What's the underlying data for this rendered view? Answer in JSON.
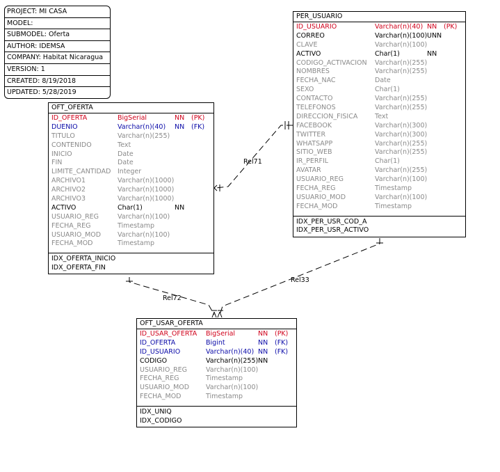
{
  "project_info": [
    "PROJECT: MI CASA",
    "MODEL:",
    "SUBMODEL: Oferta",
    "AUTHOR: IDEMSA",
    "COMPANY: Habitat Nicaragua",
    "VERSION: 1",
    "CREATED: 8/19/2018",
    "UPDATED: 5/28/2019"
  ],
  "colors": {
    "pk": "#d0021b",
    "fk": "#0a0aa8",
    "required": "#000000",
    "optional": "#8a8a8a"
  },
  "entities": {
    "per_usuario": {
      "name": "PER_USUARIO",
      "columns": [
        {
          "name": "ID_USUARIO",
          "type": "Varchar(n)(40)",
          "nn": "NN",
          "key": "(PK)",
          "kind": "pk"
        },
        {
          "name": "CORREO",
          "type": "Varchar(n)(100)",
          "nn": "UNN",
          "key": "",
          "kind": "req"
        },
        {
          "name": "CLAVE",
          "type": "Varchar(n)(100)",
          "nn": "",
          "key": "",
          "kind": "opt"
        },
        {
          "name": "ACTIVO",
          "type": "Char(1)",
          "nn": "NN",
          "key": "",
          "kind": "req"
        },
        {
          "name": "CODIGO_ACTIVACION",
          "type": "Varchar(n)(255)",
          "nn": "",
          "key": "",
          "kind": "opt"
        },
        {
          "name": "NOMBRES",
          "type": "Varchar(n)(255)",
          "nn": "",
          "key": "",
          "kind": "opt"
        },
        {
          "name": "FECHA_NAC",
          "type": "Date",
          "nn": "",
          "key": "",
          "kind": "opt"
        },
        {
          "name": "SEXO",
          "type": "Char(1)",
          "nn": "",
          "key": "",
          "kind": "opt"
        },
        {
          "name": "CONTACTO",
          "type": "Varchar(n)(255)",
          "nn": "",
          "key": "",
          "kind": "opt"
        },
        {
          "name": "TELEFONOS",
          "type": "Varchar(n)(255)",
          "nn": "",
          "key": "",
          "kind": "opt"
        },
        {
          "name": "DIRECCION_FISICA",
          "type": "Text",
          "nn": "",
          "key": "",
          "kind": "opt"
        },
        {
          "name": "FACEBOOK",
          "type": "Varchar(n)(300)",
          "nn": "",
          "key": "",
          "kind": "opt"
        },
        {
          "name": "TWITTER",
          "type": "Varchar(n)(300)",
          "nn": "",
          "key": "",
          "kind": "opt"
        },
        {
          "name": "WHATSAPP",
          "type": "Varchar(n)(255)",
          "nn": "",
          "key": "",
          "kind": "opt"
        },
        {
          "name": "SITIO_WEB",
          "type": "Varchar(n)(255)",
          "nn": "",
          "key": "",
          "kind": "opt"
        },
        {
          "name": "IR_PERFIL",
          "type": "Char(1)",
          "nn": "",
          "key": "",
          "kind": "opt"
        },
        {
          "name": "AVATAR",
          "type": "Varchar(n)(255)",
          "nn": "",
          "key": "",
          "kind": "opt"
        },
        {
          "name": "USUARIO_REG",
          "type": "Varchar(n)(100)",
          "nn": "",
          "key": "",
          "kind": "opt"
        },
        {
          "name": "FECHA_REG",
          "type": "Timestamp",
          "nn": "",
          "key": "",
          "kind": "opt"
        },
        {
          "name": "USUARIO_MOD",
          "type": "Varchar(n)(100)",
          "nn": "",
          "key": "",
          "kind": "opt"
        },
        {
          "name": "FECHA_MOD",
          "type": "Timestamp",
          "nn": "",
          "key": "",
          "kind": "opt"
        }
      ],
      "indexes": [
        "IDX_PER_USR_COD_A",
        "IDX_PER_USR_ACTIVO"
      ]
    },
    "oft_oferta": {
      "name": "OFT_OFERTA",
      "columns": [
        {
          "name": "ID_OFERTA",
          "type": "BigSerial",
          "nn": "NN",
          "key": "(PK)",
          "kind": "pk"
        },
        {
          "name": "DUENIO",
          "type": "Varchar(n)(40)",
          "nn": "NN",
          "key": "(FK)",
          "kind": "fk"
        },
        {
          "name": "TITULO",
          "type": "Varchar(n)(255)",
          "nn": "",
          "key": "",
          "kind": "opt"
        },
        {
          "name": "CONTENIDO",
          "type": "Text",
          "nn": "",
          "key": "",
          "kind": "opt"
        },
        {
          "name": "INICIO",
          "type": "Date",
          "nn": "",
          "key": "",
          "kind": "opt"
        },
        {
          "name": "FIN",
          "type": "Date",
          "nn": "",
          "key": "",
          "kind": "opt"
        },
        {
          "name": "LIMITE_CANTIDAD",
          "type": "Integer",
          "nn": "",
          "key": "",
          "kind": "opt"
        },
        {
          "name": "ARCHIVO1",
          "type": "Varchar(n)(1000)",
          "nn": "",
          "key": "",
          "kind": "opt"
        },
        {
          "name": "ARCHIVO2",
          "type": "Varchar(n)(1000)",
          "nn": "",
          "key": "",
          "kind": "opt"
        },
        {
          "name": "ARCHIVO3",
          "type": "Varchar(n)(1000)",
          "nn": "",
          "key": "",
          "kind": "opt"
        },
        {
          "name": "ACTIVO",
          "type": "Char(1)",
          "nn": "NN",
          "key": "",
          "kind": "req"
        },
        {
          "name": "USUARIO_REG",
          "type": "Varchar(n)(100)",
          "nn": "",
          "key": "",
          "kind": "opt"
        },
        {
          "name": "FECHA_REG",
          "type": "Timestamp",
          "nn": "",
          "key": "",
          "kind": "opt"
        },
        {
          "name": "USUARIO_MOD",
          "type": "Varchar(n)(100)",
          "nn": "",
          "key": "",
          "kind": "opt"
        },
        {
          "name": "FECHA_MOD",
          "type": "Timestamp",
          "nn": "",
          "key": "",
          "kind": "opt"
        }
      ],
      "indexes": [
        "IDX_OFERTA_INICIO",
        "IDX_OFERTA_FIN"
      ]
    },
    "oft_usar_oferta": {
      "name": "OFT_USAR_OFERTA",
      "columns": [
        {
          "name": "ID_USAR_OFERTA",
          "type": "BigSerial",
          "nn": "NN",
          "key": "(PK)",
          "kind": "pk"
        },
        {
          "name": "ID_OFERTA",
          "type": "Bigint",
          "nn": "NN",
          "key": "(FK)",
          "kind": "fk"
        },
        {
          "name": "ID_USUARIO",
          "type": "Varchar(n)(40)",
          "nn": "NN",
          "key": "(FK)",
          "kind": "fk"
        },
        {
          "name": "CODIGO",
          "type": "Varchar(n)(255)",
          "nn": "NN",
          "key": "",
          "kind": "req"
        },
        {
          "name": "USUARIO_REG",
          "type": "Varchar(n)(100)",
          "nn": "",
          "key": "",
          "kind": "opt"
        },
        {
          "name": "FECHA_REG",
          "type": "Timestamp",
          "nn": "",
          "key": "",
          "kind": "opt"
        },
        {
          "name": "USUARIO_MOD",
          "type": "Varchar(n)(100)",
          "nn": "",
          "key": "",
          "kind": "opt"
        },
        {
          "name": "FECHA_MOD",
          "type": "Timestamp",
          "nn": "",
          "key": "",
          "kind": "opt"
        }
      ],
      "indexes": [
        "IDX_UNIQ",
        "IDX_CODIGO"
      ]
    }
  },
  "relationships": [
    {
      "name": "Rel71",
      "from": "PER_USUARIO",
      "to": "OFT_OFERTA"
    },
    {
      "name": "Rel72",
      "from": "OFT_OFERTA",
      "to": "OFT_USAR_OFERTA"
    },
    {
      "name": "Rel33",
      "from": "PER_USUARIO",
      "to": "OFT_USAR_OFERTA"
    }
  ]
}
